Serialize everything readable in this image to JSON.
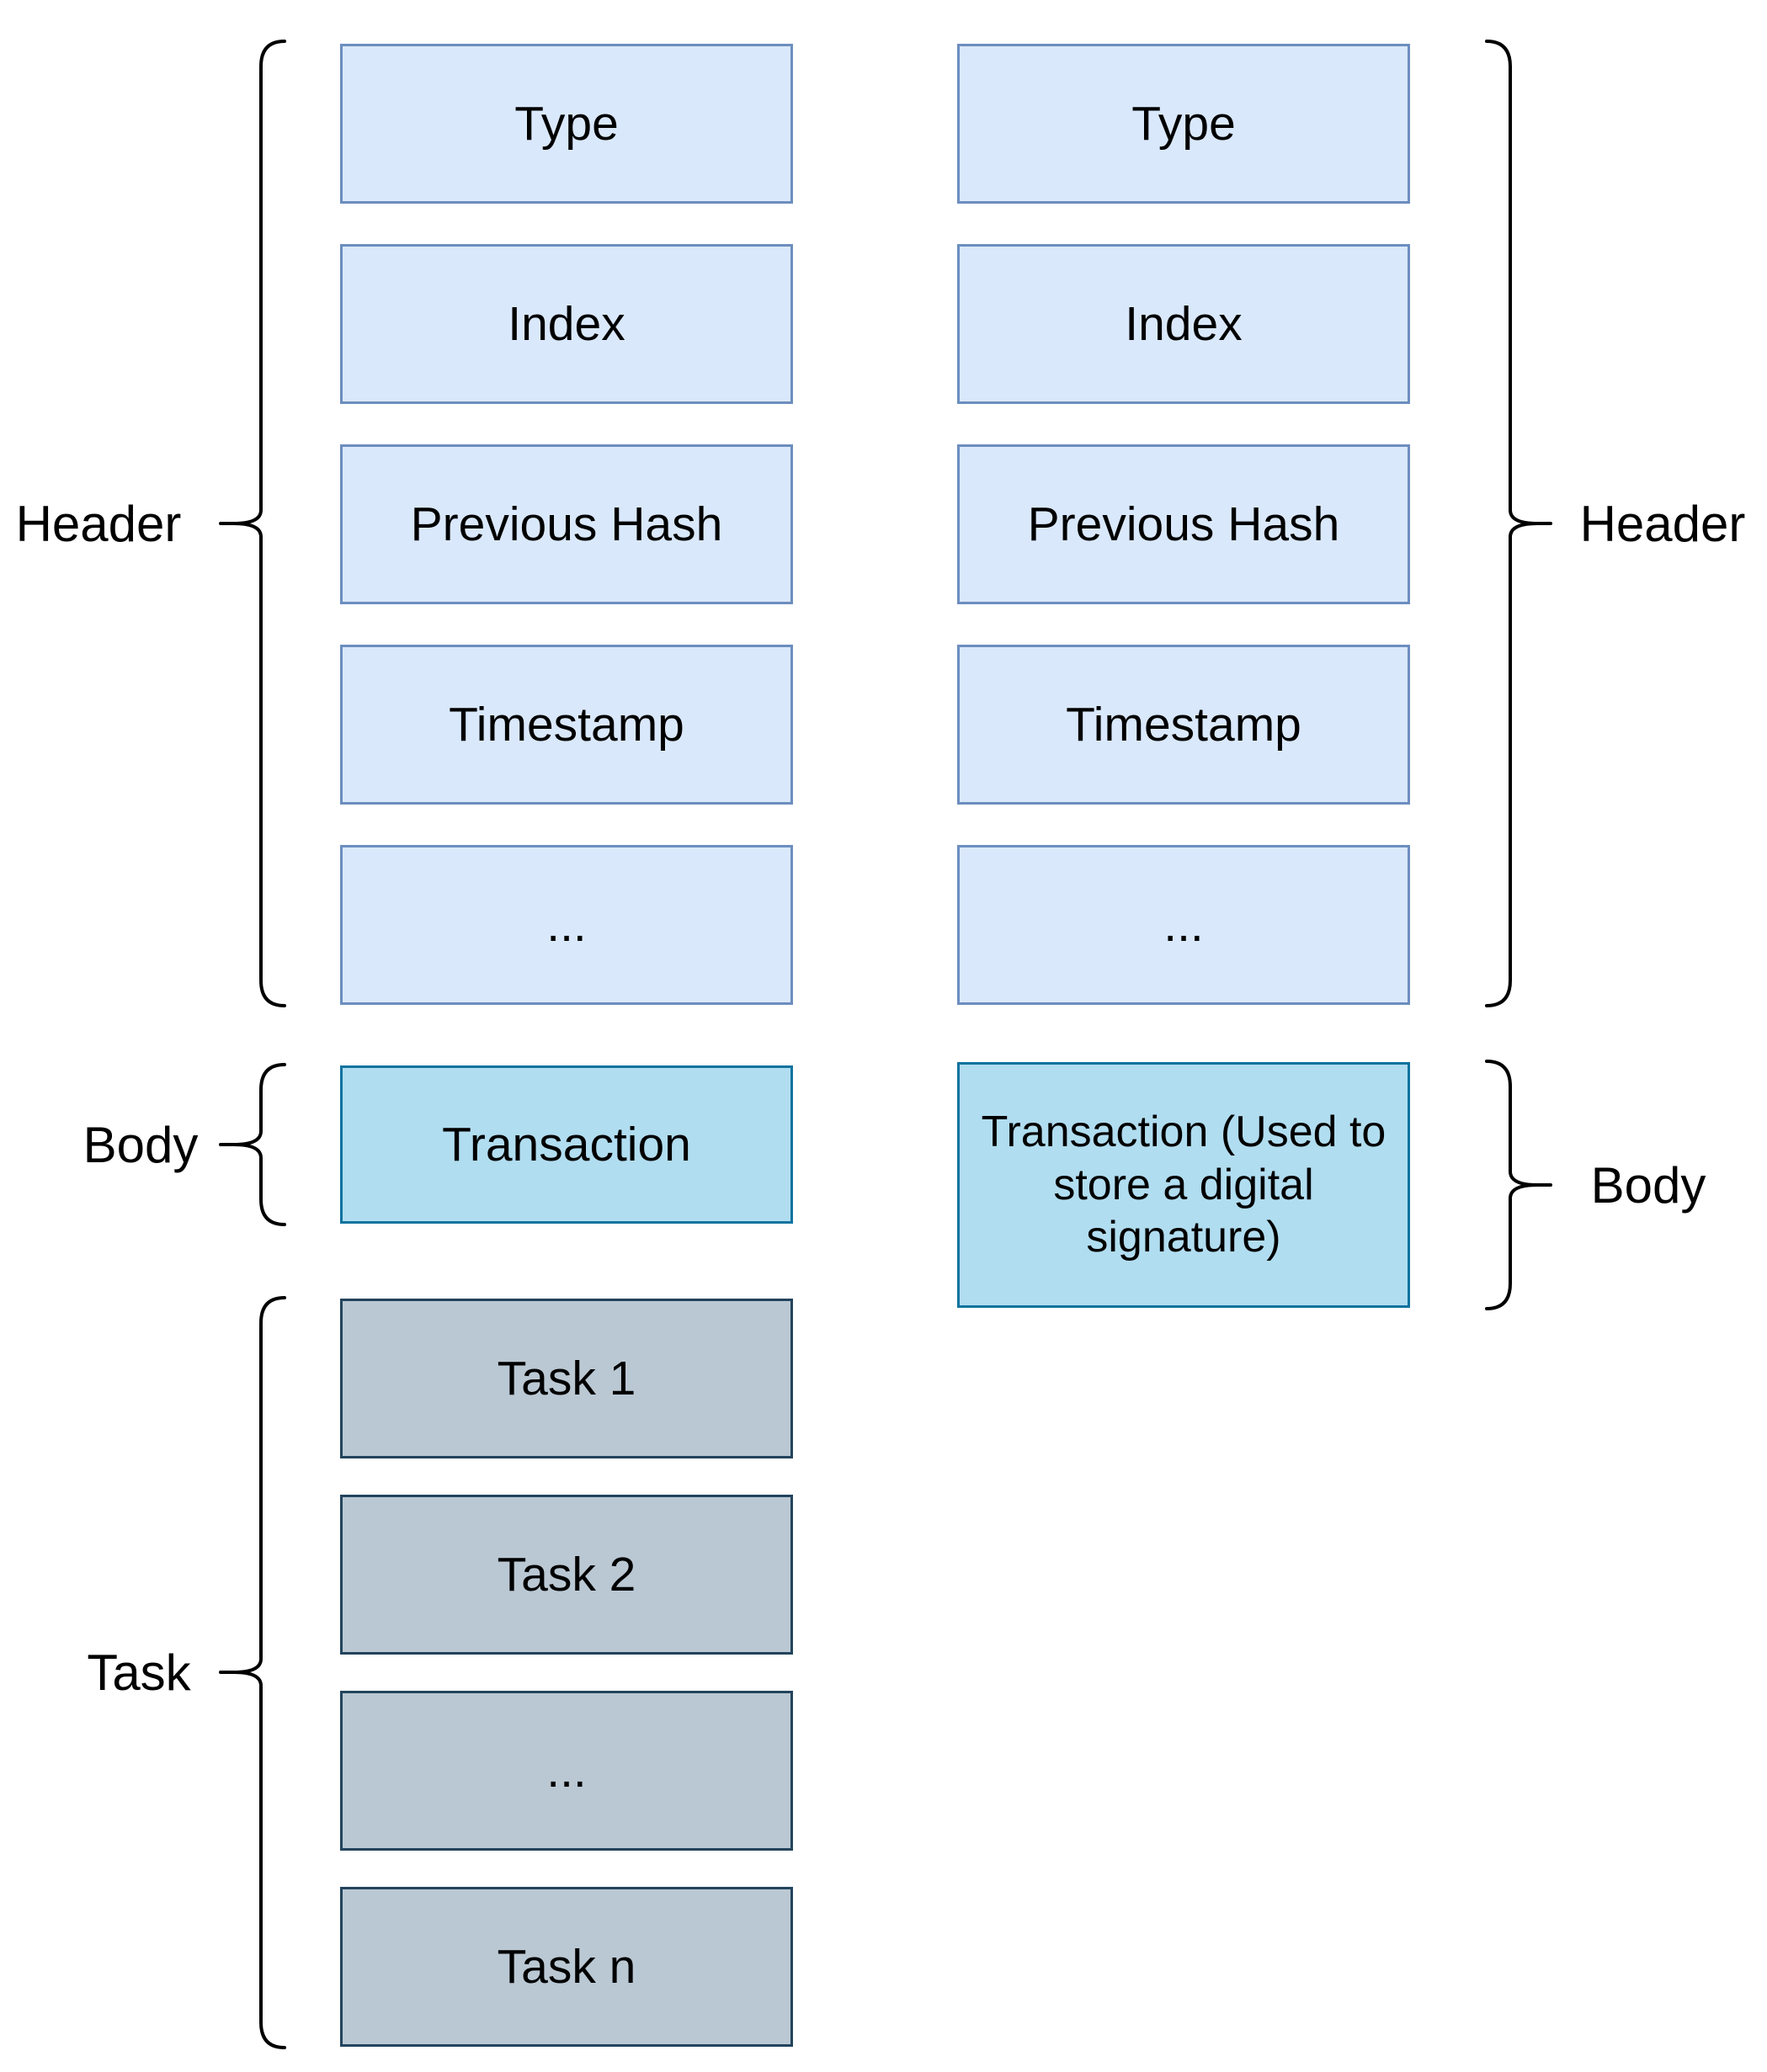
{
  "diagram": {
    "labels": {
      "header_left": "Header",
      "header_right": "Header",
      "body_left": "Body",
      "body_right": "Body",
      "task_left": "Task"
    },
    "left_block": {
      "header_fields": [
        "Type",
        "Index",
        "Previous Hash",
        "Timestamp",
        "..."
      ],
      "body_field": "Transaction",
      "task_fields": [
        "Task 1",
        "Task 2",
        "...",
        "Task n"
      ]
    },
    "right_block": {
      "header_fields": [
        "Type",
        "Index",
        "Previous Hash",
        "Timestamp",
        "..."
      ],
      "body_field": "Transaction (Used to store a digital signature)"
    },
    "colors": {
      "background": "#ffffff",
      "header_box_fill": "#dae8fc",
      "header_box_border": "#6c8ebf",
      "body_box_fill": "#b1ddf0",
      "body_box_border": "#10739e",
      "task_box_fill": "#bac8d3",
      "task_box_border": "#23445d",
      "brace_stroke": "#000000",
      "text_color": "#000000"
    }
  }
}
